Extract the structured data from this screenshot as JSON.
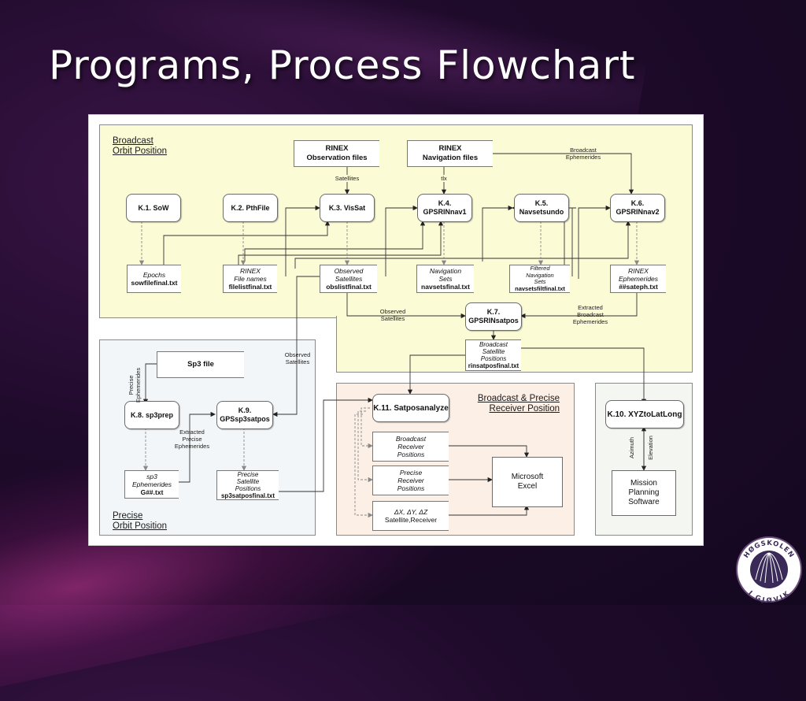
{
  "slide": {
    "title": "Programs, Process Flowchart"
  },
  "zones": {
    "broadcast": {
      "line1": "Broadcast",
      "line2": "Orbit Position"
    },
    "precise": {
      "line1": "Precise",
      "line2": "Orbit Position"
    },
    "receiver": {
      "line1": "Broadcast & Precise",
      "line2": "Receiver Position"
    }
  },
  "sources": {
    "obs": {
      "line1": "RINEX",
      "line2": "Observation files"
    },
    "nav": {
      "line1": "RINEX",
      "line2": "Navigation files"
    },
    "sp3": {
      "line1": "Sp3 file"
    }
  },
  "programs": {
    "k1": {
      "line1": "K.1. SoW"
    },
    "k2": {
      "line1": "K.2. PthFile"
    },
    "k3": {
      "line1": "K.3. VisSat"
    },
    "k4": {
      "line1": "K.4.",
      "line2": "GPSRINnav1"
    },
    "k5": {
      "line1": "K.5.",
      "line2": "Navsetsundo"
    },
    "k6": {
      "line1": "K.6.",
      "line2": "GPSRINnav2"
    },
    "k7": {
      "line1": "K.7.",
      "line2": "GPSRINsatpos"
    },
    "k8": {
      "line1": "K.8. sp3prep"
    },
    "k9": {
      "line1": "K.9.",
      "line2": "GPSsp3satpos"
    },
    "k10": {
      "line1": "K.10. XYZtoLatLong"
    },
    "k11": {
      "line1": "K.11. Satposanalyze"
    }
  },
  "files": {
    "epochs": {
      "desc1": "Epochs",
      "name": "sowfilefinal.txt"
    },
    "filenames": {
      "desc1": "RINEX",
      "desc2": "File names",
      "name": "filelistfinal.txt"
    },
    "obsSat": {
      "desc1": "Observed",
      "desc2": "Satellites",
      "name": "obslistfinal.txt"
    },
    "navSets": {
      "desc1": "Navigation",
      "desc2": "Sets",
      "name": "navsetsfinal.txt"
    },
    "filtNav": {
      "desc1": "Filtered",
      "desc2": "Navigation",
      "desc3": "Sets",
      "name": "navsetsfiltfinal.txt"
    },
    "rinexEph": {
      "desc1": "RINEX",
      "desc2": "Ephemerides",
      "name": "##sateph.txt"
    },
    "bcastSat": {
      "desc1": "Broadcast",
      "desc2": "Satellite",
      "desc3": "Positions",
      "name": "rinsatposfinal.txt"
    },
    "sp3Eph": {
      "desc1": "sp3",
      "desc2": "Ephemerides",
      "name": "G##.txt"
    },
    "preciseSat": {
      "desc1": "Precise",
      "desc2": "Satellite",
      "desc3": "Positions",
      "name": "sp3satposfinal.txt"
    },
    "bcastRcv": {
      "desc1": "Broadcast",
      "desc2": "Receiver",
      "desc3": "Positions"
    },
    "preciseRcv": {
      "desc1": "Precise",
      "desc2": "Receiver",
      "desc3": "Positions"
    },
    "delta": {
      "desc1": "ΔX, ΔY, ΔZ",
      "desc2": "Satellite,Receiver"
    }
  },
  "tools": {
    "excel": {
      "line1": "Microsoft",
      "line2": "Excel"
    },
    "mission": {
      "line1": "Mission",
      "line2": "Planning",
      "line3": "Software"
    }
  },
  "labels": {
    "satellites": "Satellites",
    "tlx": "tlx",
    "bcastEph1": "Broadcast",
    "bcastEph2": "Ephemerides",
    "obsSat1": "Observed",
    "obsSat2": "Satellites",
    "obsSatB1": "Observed",
    "obsSatB2": "Satellites",
    "extBcast1": "Extracted",
    "extBcast2": "Broadcast",
    "extBcast3": "Ephemerides",
    "precEph1": "Precise",
    "precEph2": "Ephemerides",
    "extPrec1": "Extracted",
    "extPrec2": "Precise",
    "extPrec3": "Ephemerides",
    "azimuth": "Azimuth",
    "elevation": "Elevation"
  },
  "logo": {
    "top": "HØGSKOLEN",
    "bottom": "I GJØVIK"
  },
  "colors": {
    "broadcastZone": "#fbfbd6",
    "preciseZone": "#f3f6f8",
    "receiverZone": "#fcefe6",
    "latlongZone": "#f3f6f1"
  }
}
